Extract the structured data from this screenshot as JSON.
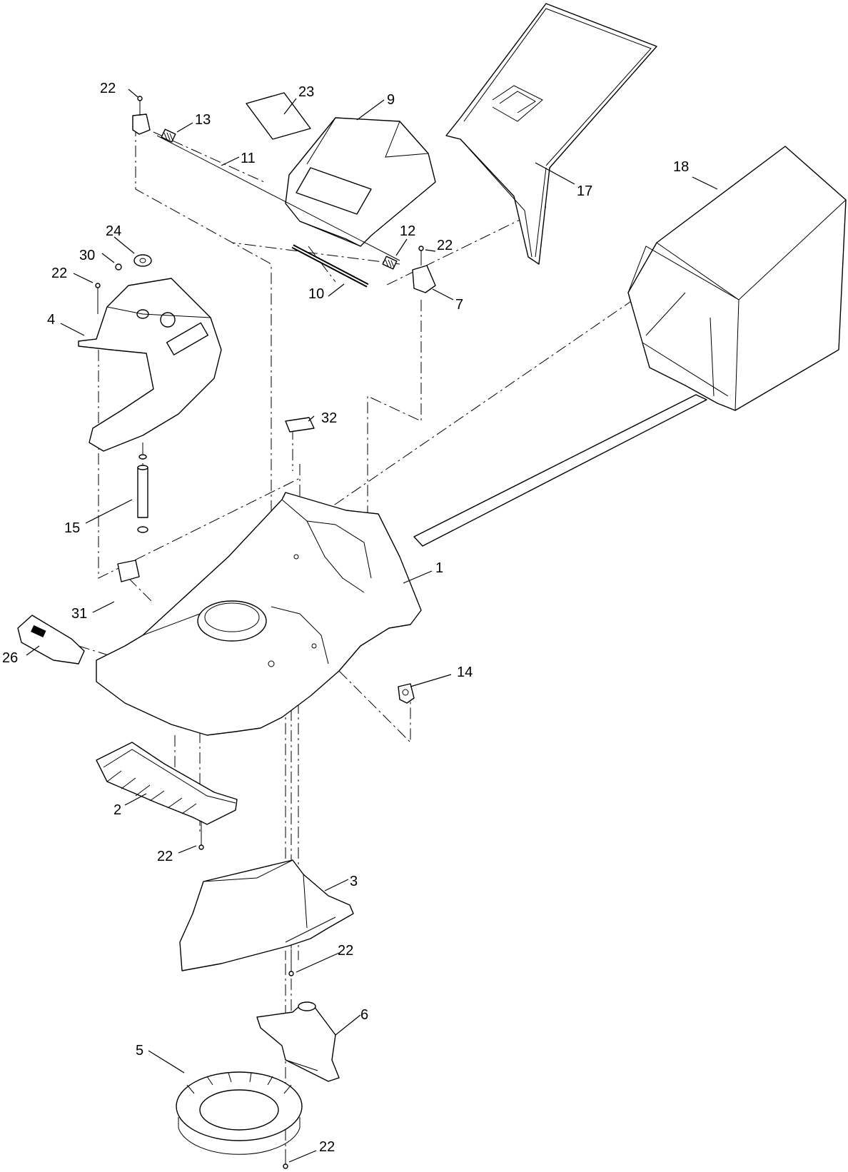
{
  "callouts": [
    {
      "id": "c-22-top",
      "label": "22"
    },
    {
      "id": "c-23",
      "label": "23"
    },
    {
      "id": "c-13",
      "label": "13"
    },
    {
      "id": "c-9",
      "label": "9"
    },
    {
      "id": "c-11",
      "label": "11"
    },
    {
      "id": "c-17",
      "label": "17"
    },
    {
      "id": "c-18",
      "label": "18"
    },
    {
      "id": "c-24",
      "label": "24"
    },
    {
      "id": "c-30",
      "label": "30"
    },
    {
      "id": "c-22-left",
      "label": "22"
    },
    {
      "id": "c-4",
      "label": "4"
    },
    {
      "id": "c-12",
      "label": "12"
    },
    {
      "id": "c-22-right",
      "label": "22"
    },
    {
      "id": "c-10",
      "label": "10"
    },
    {
      "id": "c-7",
      "label": "7"
    },
    {
      "id": "c-32",
      "label": "32"
    },
    {
      "id": "c-15",
      "label": "15"
    },
    {
      "id": "c-1",
      "label": "1"
    },
    {
      "id": "c-31",
      "label": "31"
    },
    {
      "id": "c-26",
      "label": "26"
    },
    {
      "id": "c-14",
      "label": "14"
    },
    {
      "id": "c-2",
      "label": "2"
    },
    {
      "id": "c-22-mid",
      "label": "22"
    },
    {
      "id": "c-3",
      "label": "3"
    },
    {
      "id": "c-22-lower",
      "label": "22"
    },
    {
      "id": "c-6",
      "label": "6"
    },
    {
      "id": "c-5",
      "label": "5"
    },
    {
      "id": "c-22-bottom",
      "label": "22"
    }
  ],
  "colors": {
    "line": "#000000",
    "background": "#ffffff"
  }
}
